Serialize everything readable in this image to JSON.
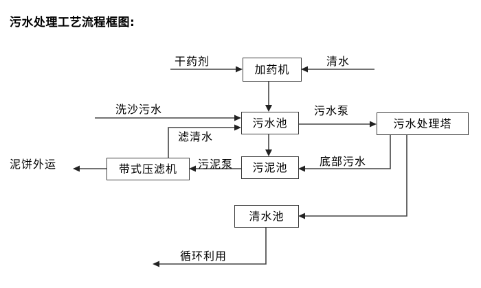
{
  "title": "污水处理工艺流程框图:",
  "nodes": {
    "dosing_machine": "加药机",
    "wastewater_pool": "污水池",
    "treatment_tower": "污水处理塔",
    "belt_filter_press": "带式压滤机",
    "sludge_pool": "污泥池",
    "clean_water_pool": "清水池"
  },
  "edges": {
    "dry_chemical": "干药剂",
    "clean_water_in": "清水",
    "sand_wash_wastewater": "洗沙污水",
    "filtered_clear_water": "滤清水",
    "wastewater_pump": "污水泵",
    "mud_cake_out": "泥饼外运",
    "sludge_pump": "污泥泵",
    "bottom_wastewater": "底部污水",
    "recycle_reuse": "循环利用"
  },
  "colors": {
    "line": "#444444",
    "arrowhead": "#222222",
    "box_border": "#3a3a3a",
    "text": "#000000",
    "background": "#ffffff"
  }
}
